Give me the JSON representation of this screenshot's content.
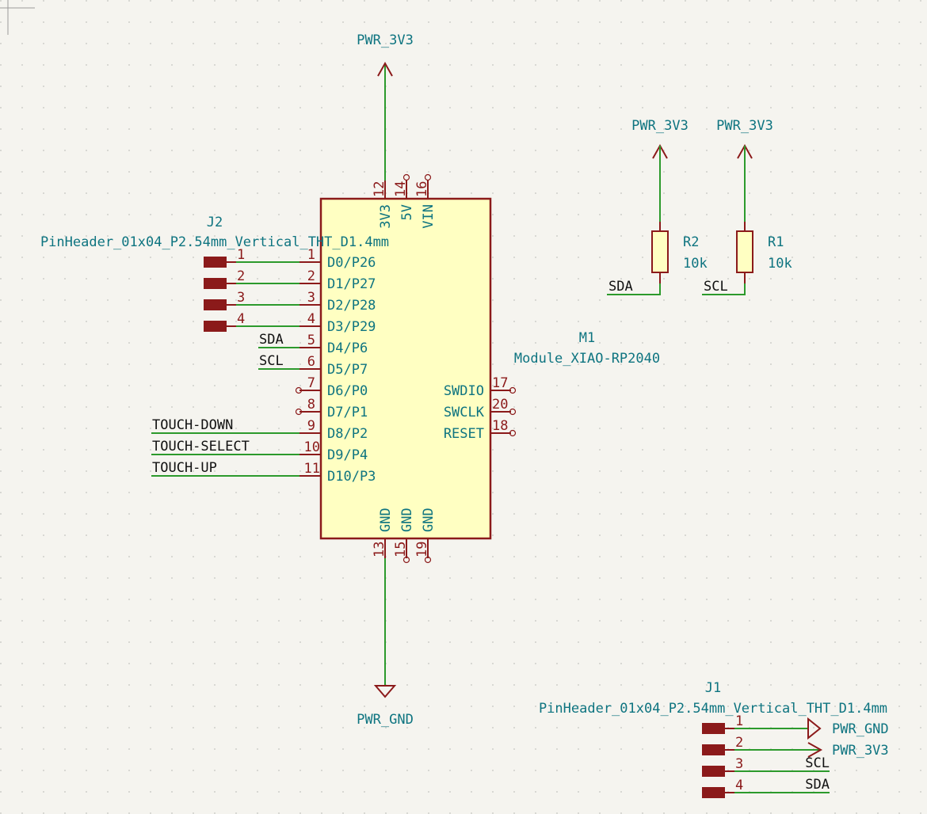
{
  "power": {
    "top_3v3": "PWR_3V3",
    "gnd_bottom": "PWR_GND",
    "r2_3v3": "PWR_3V3",
    "r1_3v3": "PWR_3V3"
  },
  "module": {
    "ref": "M1",
    "value": "Module_XIAO-RP2040",
    "top_pins": [
      {
        "num": "12",
        "name": "3V3"
      },
      {
        "num": "14",
        "name": "5V"
      },
      {
        "num": "16",
        "name": "VIN"
      }
    ],
    "bottom_pins": [
      {
        "num": "13",
        "name": "GND"
      },
      {
        "num": "15",
        "name": "GND"
      },
      {
        "num": "19",
        "name": "GND"
      }
    ],
    "left_pins": [
      {
        "num": "1",
        "name": "D0/P26"
      },
      {
        "num": "2",
        "name": "D1/P27"
      },
      {
        "num": "3",
        "name": "D2/P28"
      },
      {
        "num": "4",
        "name": "D3/P29"
      },
      {
        "num": "5",
        "name": "D4/P6"
      },
      {
        "num": "6",
        "name": "D5/P7"
      },
      {
        "num": "7",
        "name": "D6/P0"
      },
      {
        "num": "8",
        "name": "D7/P1"
      },
      {
        "num": "9",
        "name": "D8/P2"
      },
      {
        "num": "10",
        "name": "D9/P4"
      },
      {
        "num": "11",
        "name": "D10/P3"
      }
    ],
    "right_pins": [
      {
        "num": "17",
        "name": "SWDIO"
      },
      {
        "num": "20",
        "name": "SWCLK"
      },
      {
        "num": "18",
        "name": "RESET"
      }
    ]
  },
  "j2": {
    "ref": "J2",
    "value": "PinHeader_01x04_P2.54mm_Vertical_THT_D1.4mm",
    "pins": [
      "1",
      "2",
      "3",
      "4"
    ]
  },
  "j1": {
    "ref": "J1",
    "value": "PinHeader_01x04_P2.54mm_Vertical_THT_D1.4mm",
    "pins": [
      "1",
      "2",
      "3",
      "4"
    ],
    "nets": [
      "PWR_GND",
      "PWR_3V3",
      "SCL",
      "SDA"
    ]
  },
  "resistors": {
    "r2": {
      "ref": "R2",
      "value": "10k",
      "net": "SDA"
    },
    "r1": {
      "ref": "R1",
      "value": "10k",
      "net": "SCL"
    }
  },
  "nets": {
    "sda": "SDA",
    "scl": "SCL",
    "touch_down": "TOUCH-DOWN",
    "touch_select": "TOUCH-SELECT",
    "touch_up": "TOUCH-UP"
  },
  "colors": {
    "background": "#f5f4ef",
    "wire": "#2c9a2c",
    "component": "#8b1a1a",
    "label": "#0e7480",
    "body_fill": "#ffffc2"
  }
}
